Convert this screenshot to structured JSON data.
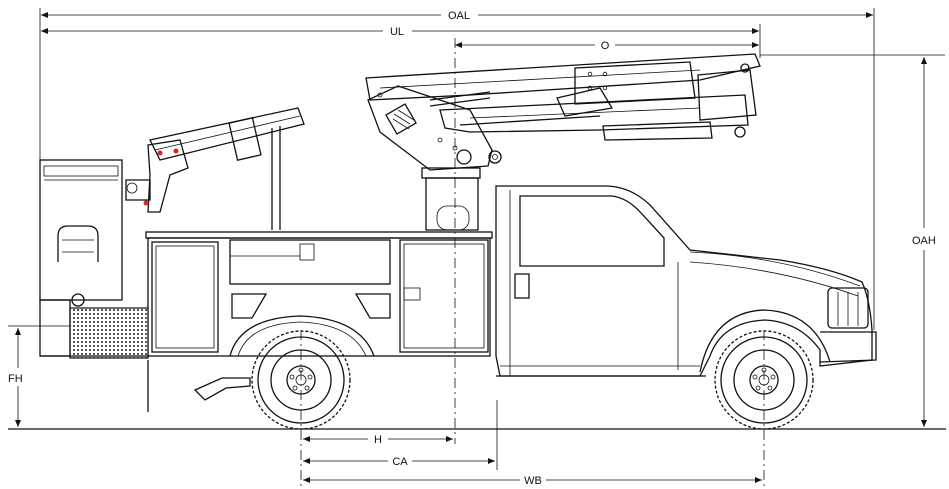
{
  "dimensions": {
    "oal": "OAL",
    "ul": "UL",
    "o": "O",
    "oah": "OAH",
    "fh": "FH",
    "h": "H",
    "ca": "CA",
    "wb": "WB"
  },
  "colors": {
    "line": "#111111",
    "accent": "#d9262a",
    "background": "#ffffff"
  }
}
